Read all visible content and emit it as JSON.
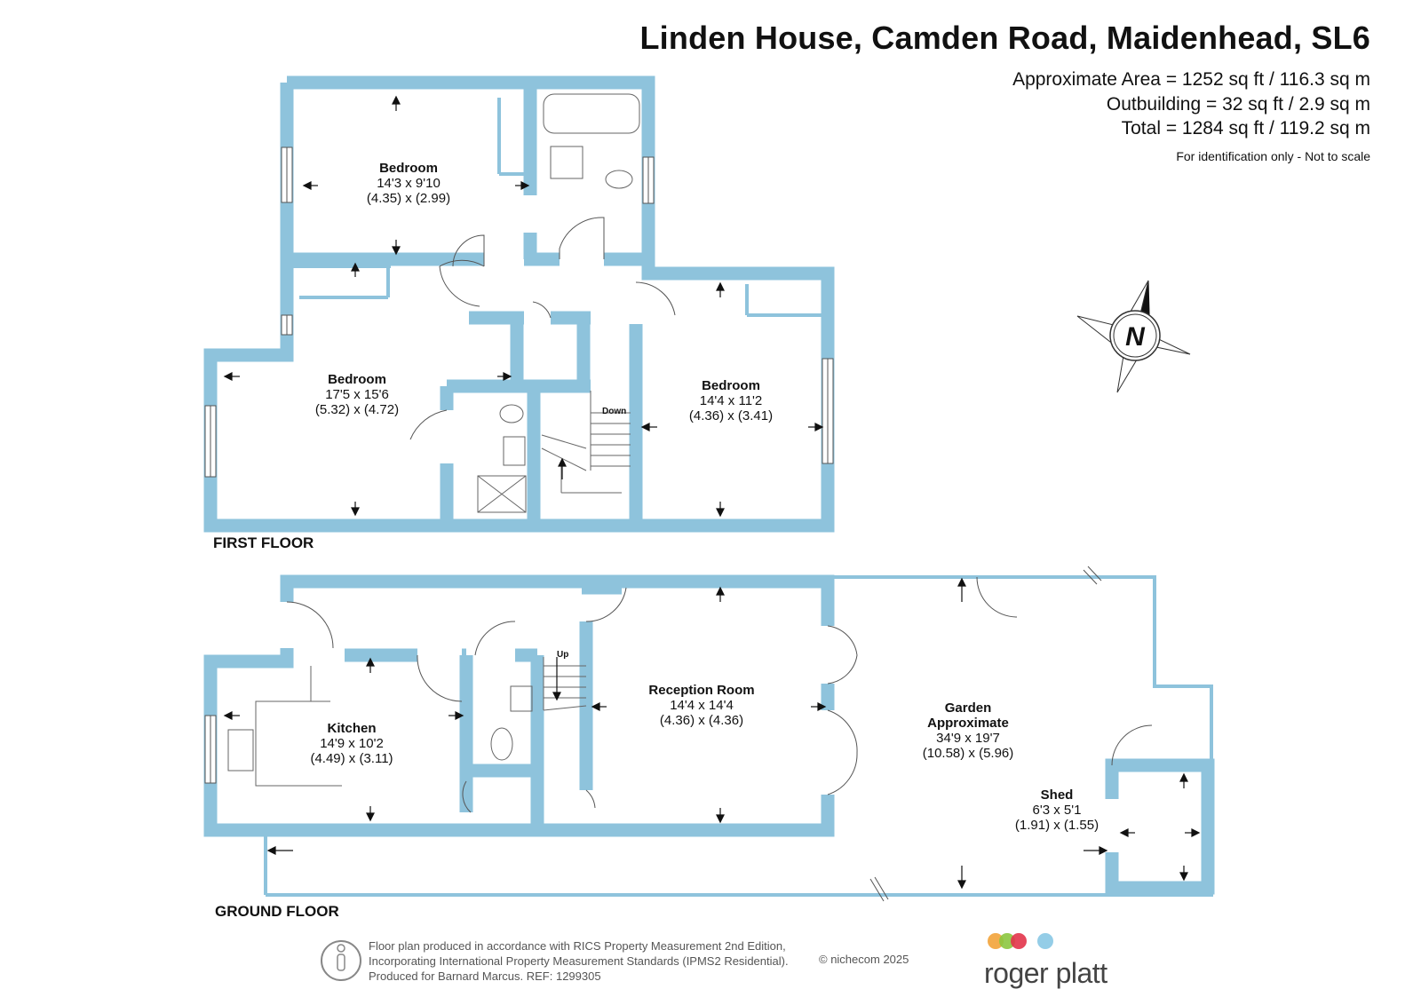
{
  "header": {
    "title": "Linden House, Camden Road, Maidenhead, SL6",
    "approx_area": "Approximate Area = 1252 sq ft / 116.3 sq m",
    "outbuilding": "Outbuilding = 32 sq ft / 2.9 sq m",
    "total": "Total = 1284 sq ft / 119.2 sq m",
    "disclaimer": "For identification only - Not to scale"
  },
  "first_floor": {
    "label": "FIRST FLOOR",
    "stairs_label": "Down",
    "rooms": [
      {
        "name": "Bedroom",
        "imperial": "14'3 x 9'10",
        "metric": "(4.35) x (2.99)"
      },
      {
        "name": "Bedroom",
        "imperial": "17'5 x 15'6",
        "metric": "(5.32) x (4.72)"
      },
      {
        "name": "Bedroom",
        "imperial": "14'4 x 11'2",
        "metric": "(4.36) x (3.41)"
      }
    ]
  },
  "ground_floor": {
    "label": "GROUND FLOOR",
    "stairs_label": "Up",
    "kitchen": {
      "name": "Kitchen",
      "imperial": "14'9 x 10'2",
      "metric": "(4.49) x (3.11)"
    },
    "reception": {
      "name": "Reception Room",
      "imperial": "14'4 x 14'4",
      "metric": "(4.36) x (4.36)"
    },
    "garden": {
      "name": "Garden",
      "name2": "Approximate",
      "imperial": "34'9 x 19'7",
      "metric": "(10.58) x (5.96)"
    },
    "shed": {
      "name": "Shed",
      "imperial": "6'3 x 5'1",
      "metric": "(1.91) x (1.55)"
    }
  },
  "compass": {
    "letter": "N"
  },
  "footer": {
    "line1": "Floor plan produced in accordance with RICS Property Measurement 2nd Edition,",
    "line2": "Incorporating International Property Measurement Standards (IPMS2 Residential).",
    "line3": "Produced for Barnard Marcus.   REF:  1299305",
    "copyright": "© nichecom 2025"
  },
  "brand": {
    "name": "roger platt",
    "dot_colors": [
      "#f2a33a",
      "#8cc63f",
      "#e2344a",
      "#8ecae6"
    ]
  },
  "colors": {
    "wall": "#8ec3dc",
    "text": "#111111",
    "footer_text": "#555555"
  }
}
